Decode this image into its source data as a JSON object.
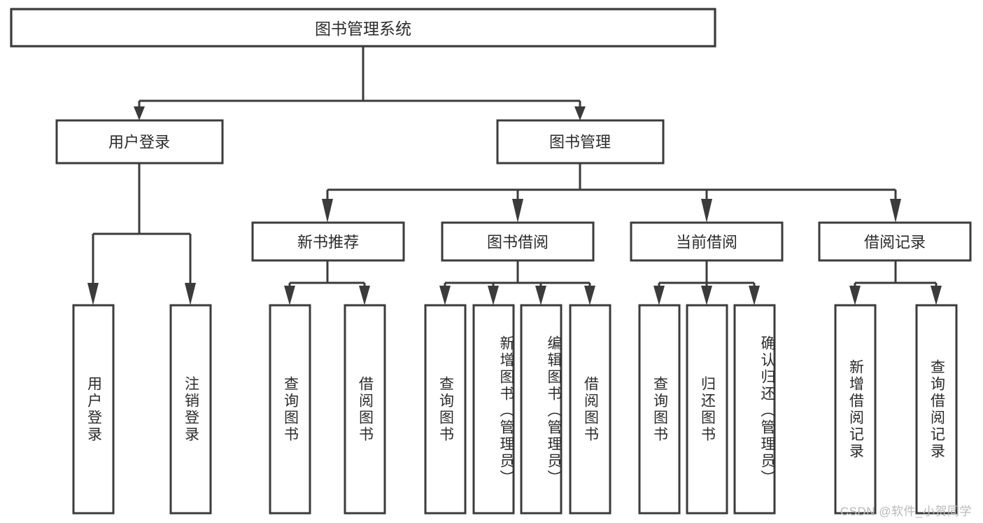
{
  "diagram": {
    "type": "tree-hierarchy",
    "title": "图书管理系统",
    "orientation": "top-down",
    "root": {
      "label": "图书管理系统",
      "level": 0
    },
    "level2": [
      {
        "label": "用户登录"
      },
      {
        "label": "图书管理"
      }
    ],
    "level3": [
      {
        "label": "新书推荐",
        "parent": "图书管理"
      },
      {
        "label": "图书借阅",
        "parent": "图书管理"
      },
      {
        "label": "当前借阅",
        "parent": "图书管理"
      },
      {
        "label": "借阅记录",
        "parent": "图书管理"
      }
    ],
    "leaves": {
      "用户登录": [
        {
          "label": "用户登录"
        },
        {
          "label": "注销登录"
        }
      ],
      "新书推荐": [
        {
          "label": "查询图书"
        },
        {
          "label": "借阅图书"
        }
      ],
      "图书借阅": [
        {
          "label": "查询图书"
        },
        {
          "label": "新增图书（管理员）"
        },
        {
          "label": "编辑图书（管理员）"
        },
        {
          "label": "借阅图书"
        }
      ],
      "当前借阅": [
        {
          "label": "查询图书"
        },
        {
          "label": "归还图书"
        },
        {
          "label": "确认归还（管理员）"
        }
      ],
      "借阅记录": [
        {
          "label": "新增借阅记录"
        },
        {
          "label": "查询借阅记录"
        }
      ]
    }
  },
  "watermark": {
    "text": "CSDN @软件_小贺同学"
  },
  "colors": {
    "stroke": "#3b3b3b",
    "fill": "#ffffff",
    "text": "#2b2b2b",
    "watermark": "#b9b9b9"
  }
}
